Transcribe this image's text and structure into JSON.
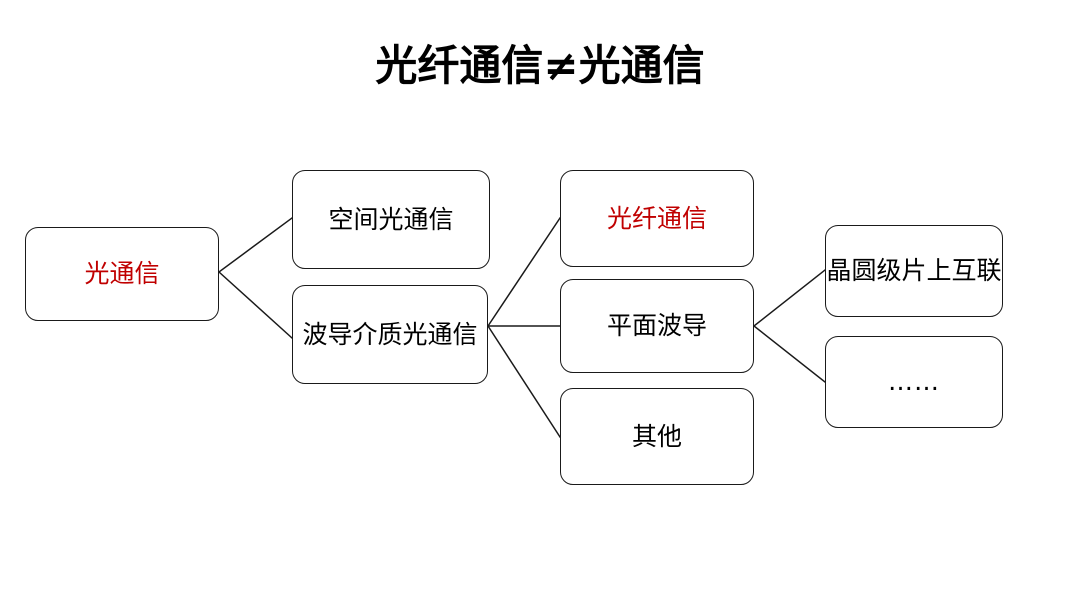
{
  "slide": {
    "title": "光纤通信≠光通信",
    "background_color": "#ffffff"
  },
  "colors": {
    "accent_red": "#c00000",
    "text_black": "#000000",
    "border": "#1a1a1a"
  },
  "diagram": {
    "type": "tree",
    "orientation": "left-to-right",
    "nodes": [
      {
        "id": "optical-comm",
        "label": "光通信",
        "color": "#c00000",
        "level": 1
      },
      {
        "id": "free-space",
        "label": "空间光通信",
        "color": "#000000",
        "level": 2
      },
      {
        "id": "waveguide",
        "label": "波导介质光通信",
        "color": "#000000",
        "level": 2
      },
      {
        "id": "fiber",
        "label": "光纤通信",
        "color": "#c00000",
        "level": 3
      },
      {
        "id": "planar",
        "label": "平面波导",
        "color": "#000000",
        "level": 3
      },
      {
        "id": "other",
        "label": "其他",
        "color": "#000000",
        "level": 3
      },
      {
        "id": "wafer",
        "label": "晶圆级片上互联",
        "color": "#000000",
        "level": 4
      },
      {
        "id": "etc",
        "label": "……",
        "color": "#000000",
        "level": 4
      }
    ],
    "edges": [
      {
        "from": "optical-comm",
        "to": "free-space"
      },
      {
        "from": "optical-comm",
        "to": "waveguide"
      },
      {
        "from": "waveguide",
        "to": "fiber"
      },
      {
        "from": "waveguide",
        "to": "planar"
      },
      {
        "from": "waveguide",
        "to": "other"
      },
      {
        "from": "planar",
        "to": "wafer"
      },
      {
        "from": "planar",
        "to": "etc"
      }
    ]
  }
}
